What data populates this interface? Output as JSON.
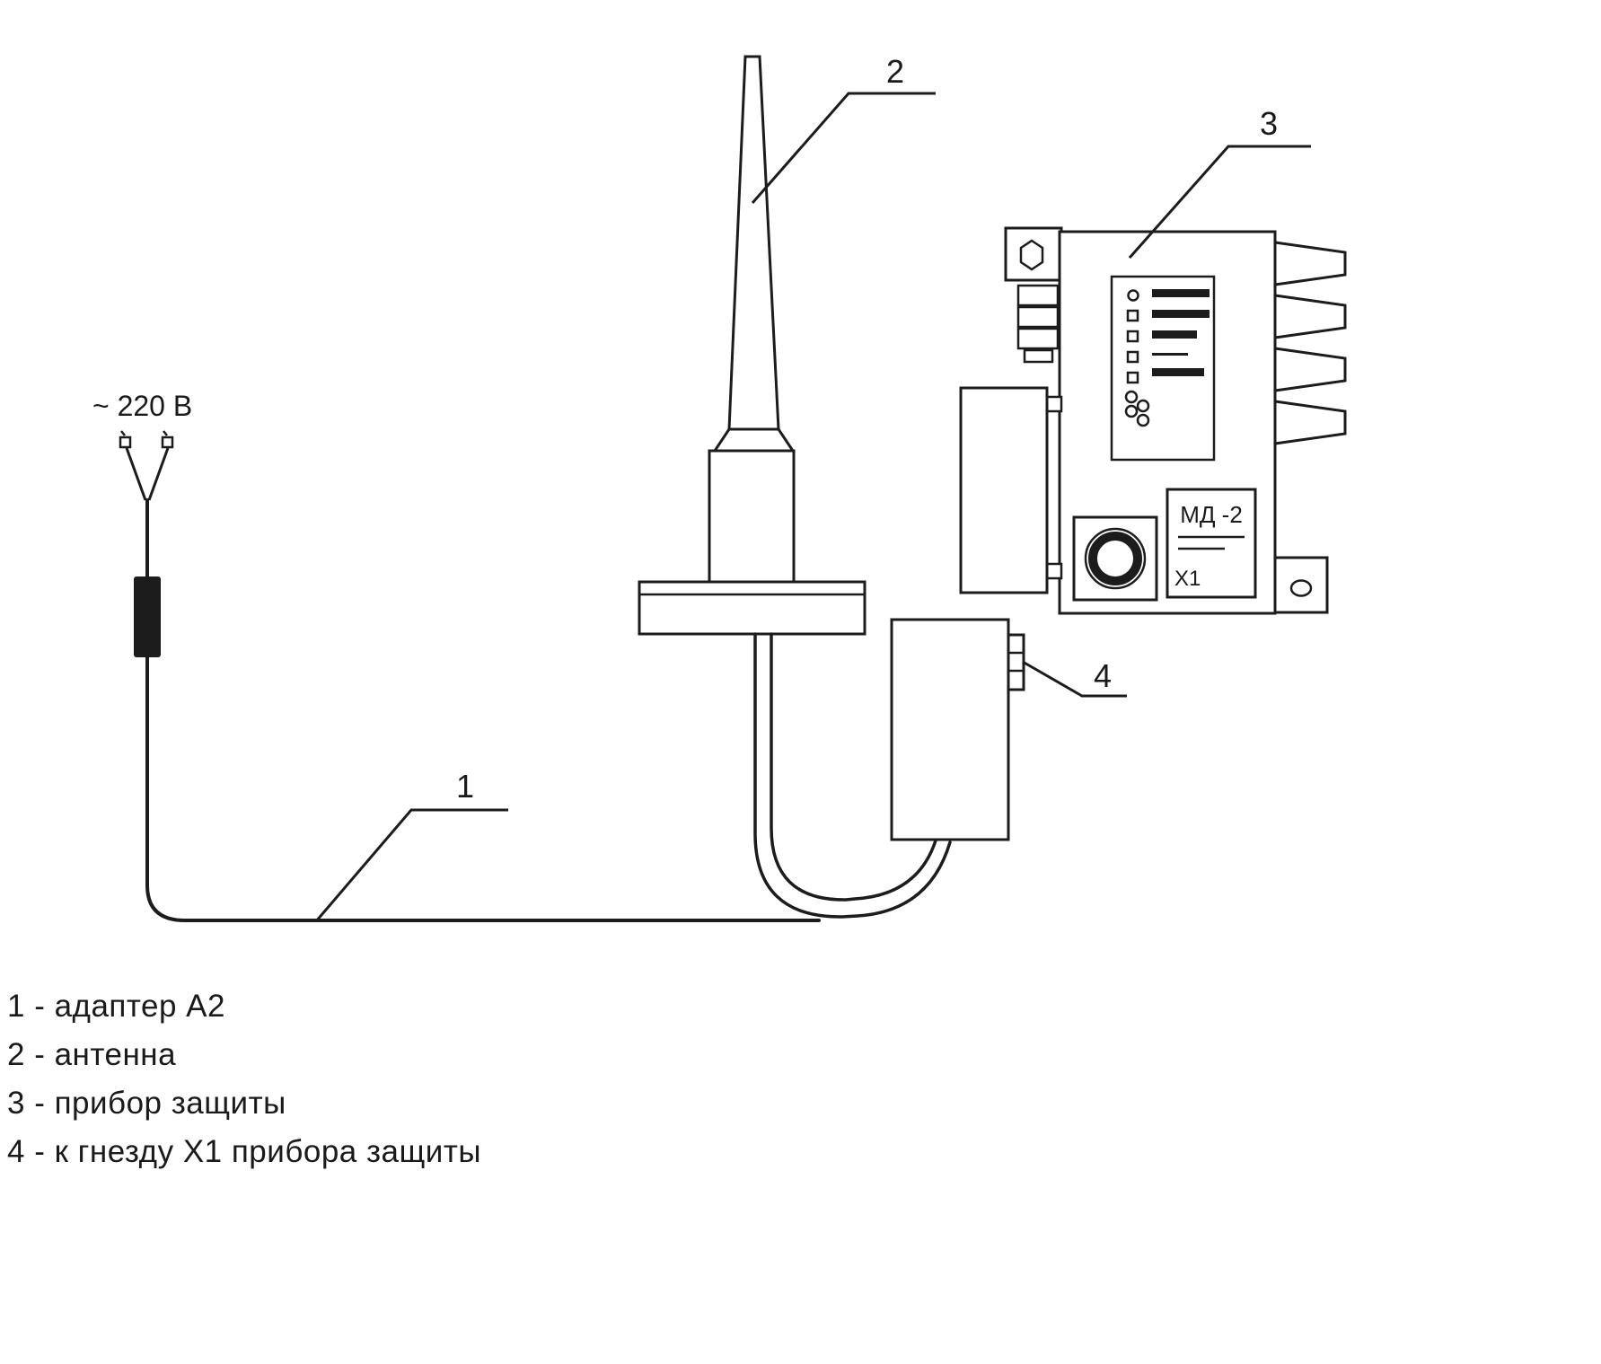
{
  "colors": {
    "line": "#1c1c1c",
    "ink": "#1a1a1a",
    "background": "#ffffff"
  },
  "labels": {
    "voltage": "~ 220 В",
    "callout_1": "1",
    "callout_2": "2",
    "callout_3": "3",
    "callout_4": "4"
  },
  "device": {
    "model_plate": "МД -2",
    "socket_label": "X1"
  },
  "legend": {
    "items": [
      "1 - адаптер А2",
      "2 - антенна",
      "3 - прибор защиты",
      "4 - к гнезду X1 прибора защиты"
    ]
  }
}
